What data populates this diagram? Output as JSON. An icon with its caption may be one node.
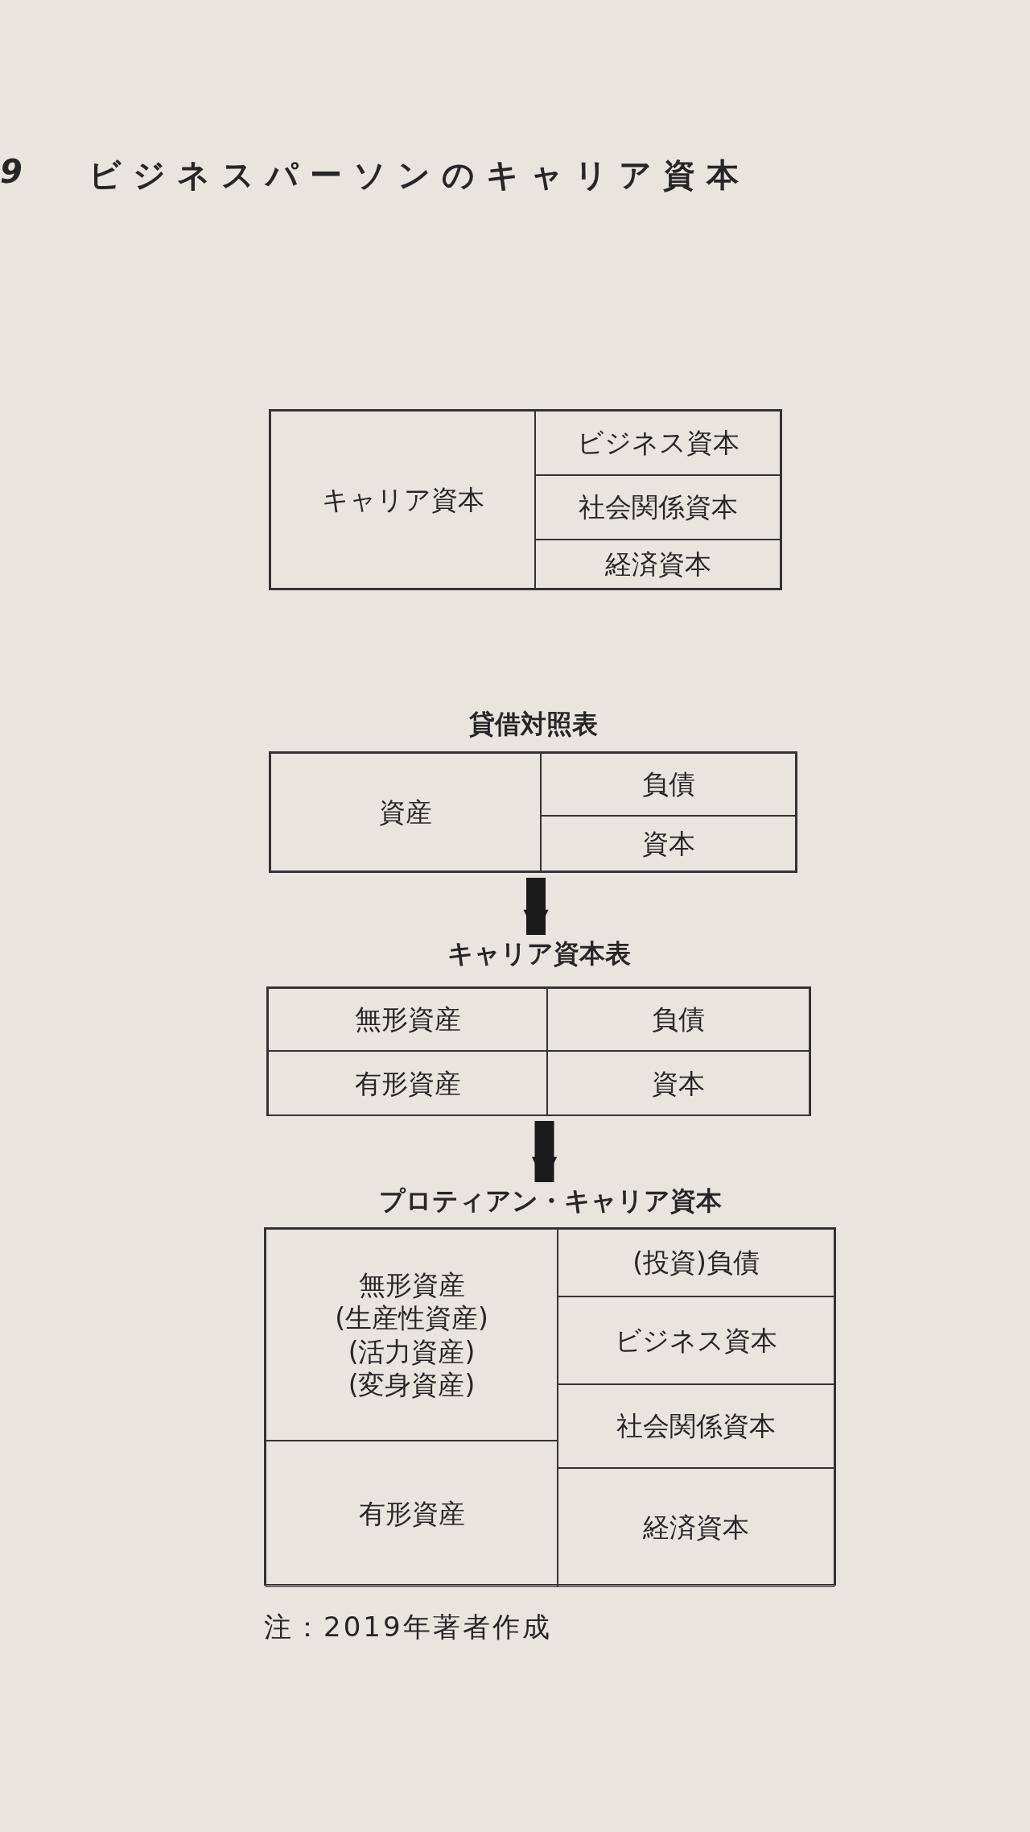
{
  "diagram": {
    "title": "ビジネスパーソンのキャリア資本",
    "caption": "注：2019年著者作成",
    "labels": [
      "9"
    ],
    "nodes": [
      {
        "text": [],
        "shape": "box"
      },
      {
        "text": [
          "キャリア資本"
        ],
        "in": 0
      },
      {
        "text": [
          "ビジネス資本"
        ],
        "in": 0
      },
      {
        "text": [
          "社会関係資本"
        ],
        "in": 0
      },
      {
        "text": [
          "経済資本"
        ],
        "in": 0
      },
      {
        "text": [
          "貸借対照表"
        ]
      },
      {
        "text": [
          "資産"
        ],
        "in": 5
      },
      {
        "text": [
          "負債"
        ],
        "in": 5
      },
      {
        "text": [
          "資本"
        ],
        "in": 5
      },
      {
        "text": [
          "キャリア資本表"
        ]
      },
      {
        "text": [
          "無形資産"
        ],
        "in": 9
      },
      {
        "text": [
          "負債"
        ],
        "in": 9
      },
      {
        "text": [
          "有形資産"
        ],
        "in": 9
      },
      {
        "text": [
          "資本"
        ],
        "in": 9
      },
      {
        "text": [
          "プロティアン・キャリア資本"
        ]
      },
      {
        "text": [
          "無形資産",
          "(生産性資産)",
          "(活力資産)",
          "(変身資産)"
        ],
        "in": 14
      },
      {
        "text": [
          "(投資)負債"
        ],
        "in": 14
      },
      {
        "text": [
          "ビジネス資本"
        ],
        "in": 14
      },
      {
        "text": [
          "社会関係資本"
        ],
        "in": 14
      },
      {
        "text": [
          "有形資産"
        ],
        "in": 14
      },
      {
        "text": [
          "経済資本"
        ],
        "in": 14
      }
    ],
    "edges": [
      {
        "from": 5,
        "to": 9,
        "arrow": "to"
      },
      {
        "from": 9,
        "to": 14,
        "arrow": "to"
      }
    ]
  }
}
